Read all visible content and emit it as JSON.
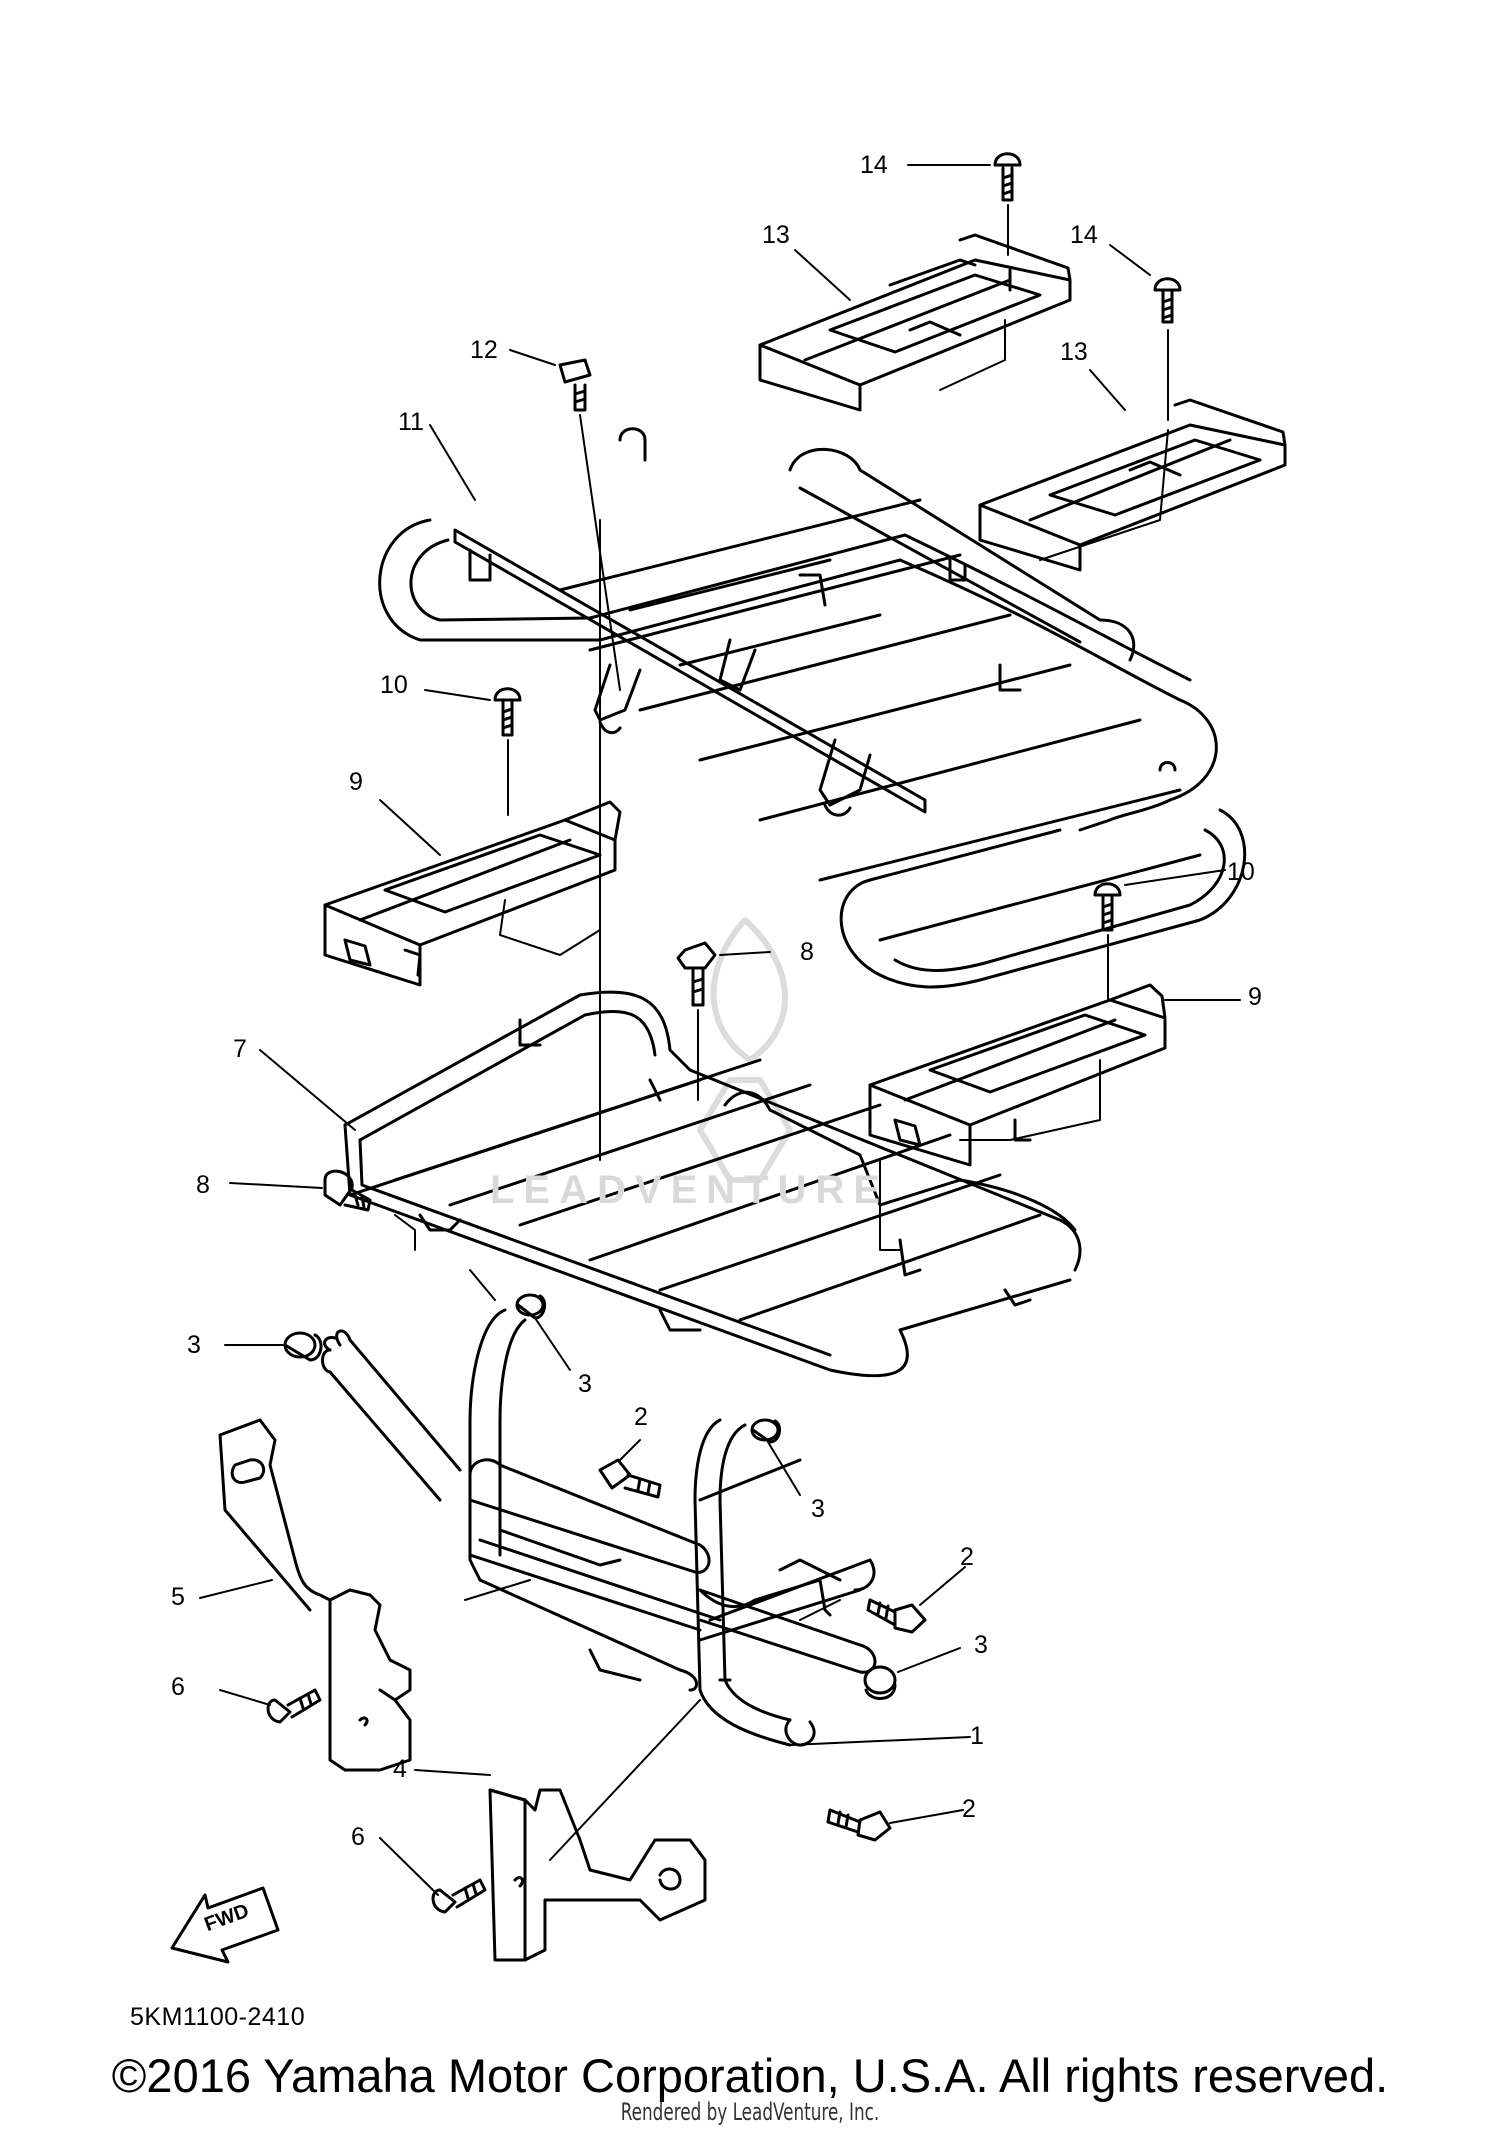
{
  "diagram": {
    "code": "5KM1100-2410",
    "fwd_label": "FWD",
    "watermark": "LEADVENTURE",
    "callouts": [
      {
        "id": "c14a",
        "label": "14"
      },
      {
        "id": "c13a",
        "label": "13"
      },
      {
        "id": "c14b",
        "label": "14"
      },
      {
        "id": "c12",
        "label": "12"
      },
      {
        "id": "c13b",
        "label": "13"
      },
      {
        "id": "c11",
        "label": "11"
      },
      {
        "id": "c10a",
        "label": "10"
      },
      {
        "id": "c9a",
        "label": "9"
      },
      {
        "id": "c10b",
        "label": "10"
      },
      {
        "id": "c8a",
        "label": "8"
      },
      {
        "id": "c9b",
        "label": "9"
      },
      {
        "id": "c7",
        "label": "7"
      },
      {
        "id": "c8b",
        "label": "8"
      },
      {
        "id": "c3a",
        "label": "3"
      },
      {
        "id": "c3b",
        "label": "3"
      },
      {
        "id": "c2a",
        "label": "2"
      },
      {
        "id": "c3c",
        "label": "3"
      },
      {
        "id": "c5",
        "label": "5"
      },
      {
        "id": "c2b",
        "label": "2"
      },
      {
        "id": "c3d",
        "label": "3"
      },
      {
        "id": "c6a",
        "label": "6"
      },
      {
        "id": "c1",
        "label": "1"
      },
      {
        "id": "c4",
        "label": "4"
      },
      {
        "id": "c2c",
        "label": "2"
      },
      {
        "id": "c6b",
        "label": "6"
      }
    ]
  },
  "footer": {
    "copyright": "©2016 Yamaha Motor Corporation, U.S.A. All rights reserved.",
    "render_credit": "Rendered by LeadVenture, Inc."
  }
}
